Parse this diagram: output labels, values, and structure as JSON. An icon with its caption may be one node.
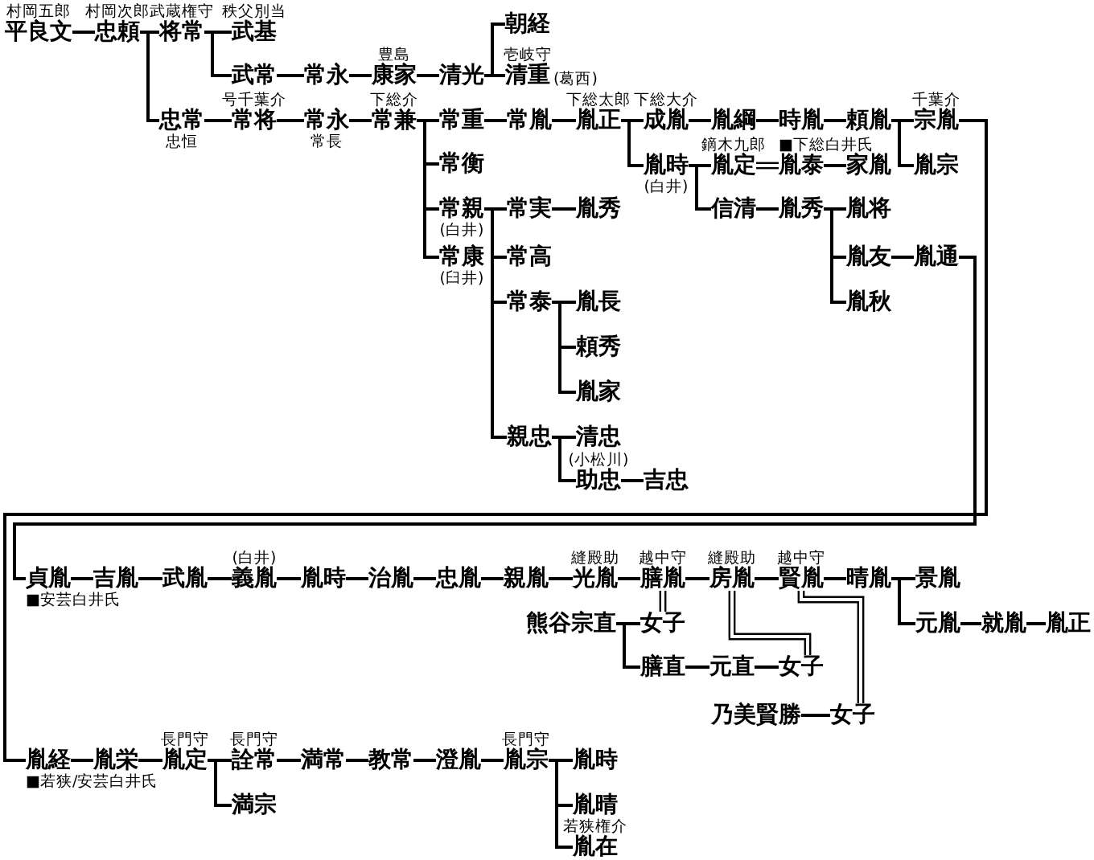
{
  "diagram": {
    "nodes": [
      {
        "text": [
          "平良文"
        ],
        "beside": [
          "村岡五郎"
        ]
      },
      {
        "text": [
          "忠頼"
        ],
        "beside": [
          "村岡次郎"
        ]
      },
      {
        "text": [
          "将常"
        ],
        "beside": [
          "武蔵権守"
        ]
      },
      {
        "text": [
          "武基"
        ],
        "beside": [
          "秩父別当"
        ]
      },
      {
        "text": [
          "武常"
        ]
      },
      {
        "text": [
          "常永"
        ]
      },
      {
        "text": [
          "康家"
        ],
        "beside": [
          "豊島"
        ]
      },
      {
        "text": [
          "清光"
        ]
      },
      {
        "text": [
          "朝経"
        ]
      },
      {
        "text": [
          "清重"
        ],
        "beside": [
          "壱岐守",
          "(葛西)"
        ]
      },
      {
        "text": [
          "忠常"
        ],
        "beside": [
          "忠恒"
        ]
      },
      {
        "text": [
          "常将"
        ],
        "beside": [
          "号千葉介"
        ]
      },
      {
        "text": [
          "常永"
        ],
        "beside": [
          "常長"
        ]
      },
      {
        "text": [
          "常兼"
        ],
        "beside": [
          "下総介"
        ]
      },
      {
        "text": [
          "常重"
        ]
      },
      {
        "text": [
          "常胤"
        ]
      },
      {
        "text": [
          "胤正"
        ],
        "beside": [
          "下総太郎"
        ]
      },
      {
        "text": [
          "成胤"
        ],
        "beside": [
          "下総大介"
        ]
      },
      {
        "text": [
          "胤綱"
        ]
      },
      {
        "text": [
          "時胤"
        ]
      },
      {
        "text": [
          "頼胤"
        ]
      },
      {
        "text": [
          "宗胤"
        ],
        "beside": [
          "千葉介"
        ]
      },
      {
        "text": [
          "胤宗"
        ]
      },
      {
        "text": [
          "胤時"
        ],
        "beside": [
          "(白井)"
        ]
      },
      {
        "text": [
          "胤定"
        ],
        "beside": [
          "鏑木九郎"
        ]
      },
      {
        "text": [
          "胤泰"
        ],
        "beside": [
          "■下総白井氏"
        ]
      },
      {
        "text": [
          "家胤"
        ]
      },
      {
        "text": [
          "信清"
        ]
      },
      {
        "text": [
          "胤秀"
        ]
      },
      {
        "text": [
          "胤将"
        ]
      },
      {
        "text": [
          "胤友"
        ]
      },
      {
        "text": [
          "胤通"
        ]
      },
      {
        "text": [
          "胤秋"
        ]
      },
      {
        "text": [
          "常衡"
        ]
      },
      {
        "text": [
          "常親"
        ],
        "beside": [
          "(白井)"
        ]
      },
      {
        "text": [
          "常実"
        ]
      },
      {
        "text": [
          "胤秀"
        ]
      },
      {
        "text": [
          "常康"
        ],
        "beside": [
          "(臼井)"
        ]
      },
      {
        "text": [
          "常高"
        ]
      },
      {
        "text": [
          "常泰"
        ]
      },
      {
        "text": [
          "胤長"
        ]
      },
      {
        "text": [
          "頼秀"
        ]
      },
      {
        "text": [
          "胤家"
        ]
      },
      {
        "text": [
          "親忠"
        ]
      },
      {
        "text": [
          "清忠"
        ]
      },
      {
        "text": [
          "助忠"
        ],
        "beside": [
          "(小松川)"
        ]
      },
      {
        "text": [
          "吉忠"
        ]
      },
      {
        "text": [
          "貞胤"
        ],
        "beside": [
          "■安芸白井氏"
        ]
      },
      {
        "text": [
          "吉胤"
        ]
      },
      {
        "text": [
          "武胤"
        ]
      },
      {
        "text": [
          "義胤"
        ],
        "beside": [
          "(白井)"
        ]
      },
      {
        "text": [
          "胤時"
        ]
      },
      {
        "text": [
          "治胤"
        ]
      },
      {
        "text": [
          "忠胤"
        ]
      },
      {
        "text": [
          "親胤"
        ]
      },
      {
        "text": [
          "光胤"
        ],
        "beside": [
          "縫殿助"
        ]
      },
      {
        "text": [
          "膳胤"
        ],
        "beside": [
          "越中守"
        ]
      },
      {
        "text": [
          "房胤"
        ],
        "beside": [
          "縫殿助"
        ]
      },
      {
        "text": [
          "賢胤"
        ],
        "beside": [
          "越中守"
        ]
      },
      {
        "text": [
          "晴胤"
        ]
      },
      {
        "text": [
          "景胤"
        ]
      },
      {
        "text": [
          "元胤"
        ]
      },
      {
        "text": [
          "就胤"
        ]
      },
      {
        "text": [
          "胤正"
        ]
      },
      {
        "text": [
          "熊谷宗直"
        ]
      },
      {
        "text": [
          "女子"
        ]
      },
      {
        "text": [
          "膳直"
        ]
      },
      {
        "text": [
          "元直"
        ]
      },
      {
        "text": [
          "女子"
        ]
      },
      {
        "text": [
          "乃美賢勝"
        ]
      },
      {
        "text": [
          "女子"
        ]
      },
      {
        "text": [
          "胤経"
        ],
        "beside": [
          "■若狭/安芸白井氏"
        ]
      },
      {
        "text": [
          "胤栄"
        ]
      },
      {
        "text": [
          "胤定"
        ],
        "beside": [
          "長門守"
        ]
      },
      {
        "text": [
          "詮常"
        ],
        "beside": [
          "長門守"
        ]
      },
      {
        "text": [
          "満宗"
        ]
      },
      {
        "text": [
          "満常"
        ]
      },
      {
        "text": [
          "教常"
        ]
      },
      {
        "text": [
          "澄胤"
        ]
      },
      {
        "text": [
          "胤宗"
        ],
        "beside": [
          "長門守"
        ]
      },
      {
        "text": [
          "胤時"
        ]
      },
      {
        "text": [
          "胤晴"
        ]
      },
      {
        "text": [
          "胤在"
        ],
        "beside": [
          "若狭権介"
        ]
      }
    ],
    "edges": [
      {
        "from": 0,
        "to": 1,
        "arrow": "none"
      },
      {
        "from": 1,
        "to": 2,
        "arrow": "none"
      },
      {
        "from": 2,
        "to": 3,
        "arrow": "none"
      },
      {
        "from": 2,
        "to": 4,
        "arrow": "none"
      },
      {
        "from": 4,
        "to": 5,
        "arrow": "none"
      },
      {
        "from": 5,
        "to": 6,
        "arrow": "none"
      },
      {
        "from": 6,
        "to": 7,
        "arrow": "none"
      },
      {
        "from": 7,
        "to": 8,
        "arrow": "none"
      },
      {
        "from": 7,
        "to": 9,
        "arrow": "none"
      },
      {
        "from": 1,
        "to": 10,
        "arrow": "none"
      },
      {
        "from": 10,
        "to": 11,
        "arrow": "none"
      },
      {
        "from": 11,
        "to": 12,
        "arrow": "none"
      },
      {
        "from": 12,
        "to": 13,
        "arrow": "none"
      },
      {
        "from": 13,
        "to": 14,
        "arrow": "none"
      },
      {
        "from": 13,
        "to": 33,
        "arrow": "none"
      },
      {
        "from": 13,
        "to": 34,
        "arrow": "none"
      },
      {
        "from": 13,
        "to": 37,
        "arrow": "none"
      },
      {
        "from": 14,
        "to": 15,
        "arrow": "none"
      },
      {
        "from": 15,
        "to": 16,
        "arrow": "none"
      },
      {
        "from": 16,
        "to": 17,
        "arrow": "none"
      },
      {
        "from": 16,
        "to": 23,
        "arrow": "none"
      },
      {
        "from": 17,
        "to": 18,
        "arrow": "none"
      },
      {
        "from": 18,
        "to": 19,
        "arrow": "none"
      },
      {
        "from": 19,
        "to": 20,
        "arrow": "none"
      },
      {
        "from": 20,
        "to": 21,
        "arrow": "none"
      },
      {
        "from": 20,
        "to": 22,
        "arrow": "none"
      },
      {
        "from": 23,
        "to": 24,
        "arrow": "none"
      },
      {
        "from": 23,
        "to": 27,
        "arrow": "none"
      },
      {
        "from": 24,
        "to": 25,
        "arrow": "none"
      },
      {
        "from": 25,
        "to": 26,
        "arrow": "none"
      },
      {
        "from": 27,
        "to": 28,
        "arrow": "none"
      },
      {
        "from": 28,
        "to": 29,
        "arrow": "none"
      },
      {
        "from": 28,
        "to": 30,
        "arrow": "none"
      },
      {
        "from": 28,
        "to": 32,
        "arrow": "none"
      },
      {
        "from": 30,
        "to": 31,
        "arrow": "none"
      },
      {
        "from": 34,
        "to": 35,
        "arrow": "none"
      },
      {
        "from": 35,
        "to": 36,
        "arrow": "none"
      },
      {
        "from": 34,
        "to": 38,
        "arrow": "none"
      },
      {
        "from": 34,
        "to": 39,
        "arrow": "none"
      },
      {
        "from": 34,
        "to": 43,
        "arrow": "none"
      },
      {
        "from": 39,
        "to": 40,
        "arrow": "none"
      },
      {
        "from": 39,
        "to": 41,
        "arrow": "none"
      },
      {
        "from": 39,
        "to": 42,
        "arrow": "none"
      },
      {
        "from": 43,
        "to": 44,
        "arrow": "none"
      },
      {
        "from": 43,
        "to": 45,
        "arrow": "none"
      },
      {
        "from": 45,
        "to": 46,
        "arrow": "none"
      },
      {
        "from": 31,
        "to": 47,
        "arrow": "none"
      },
      {
        "from": 21,
        "to": 71,
        "arrow": "none"
      },
      {
        "from": 47,
        "to": 48,
        "arrow": "none"
      },
      {
        "from": 48,
        "to": 49,
        "arrow": "none"
      },
      {
        "from": 49,
        "to": 50,
        "arrow": "none"
      },
      {
        "from": 50,
        "to": 51,
        "arrow": "none"
      },
      {
        "from": 51,
        "to": 52,
        "arrow": "none"
      },
      {
        "from": 52,
        "to": 53,
        "arrow": "none"
      },
      {
        "from": 53,
        "to": 54,
        "arrow": "none"
      },
      {
        "from": 54,
        "to": 55,
        "arrow": "none"
      },
      {
        "from": 55,
        "to": 56,
        "arrow": "none"
      },
      {
        "from": 56,
        "to": 57,
        "arrow": "none"
      },
      {
        "from": 57,
        "to": 58,
        "arrow": "none"
      },
      {
        "from": 58,
        "to": 59,
        "arrow": "none"
      },
      {
        "from": 59,
        "to": 60,
        "arrow": "none"
      },
      {
        "from": 59,
        "to": 61,
        "arrow": "none"
      },
      {
        "from": 61,
        "to": 62,
        "arrow": "none"
      },
      {
        "from": 62,
        "to": 63,
        "arrow": "none"
      },
      {
        "from": 56,
        "to": 65,
        "arrow": "none"
      },
      {
        "from": 64,
        "to": 65,
        "arrow": "none"
      },
      {
        "from": 64,
        "to": 66,
        "arrow": "none"
      },
      {
        "from": 66,
        "to": 67,
        "arrow": "none"
      },
      {
        "from": 67,
        "to": 68,
        "arrow": "none"
      },
      {
        "from": 57,
        "to": 68,
        "arrow": "none"
      },
      {
        "from": 69,
        "to": 70,
        "arrow": "none"
      },
      {
        "from": 58,
        "to": 70,
        "arrow": "none"
      },
      {
        "from": 71,
        "to": 72,
        "arrow": "none"
      },
      {
        "from": 72,
        "to": 73,
        "arrow": "none"
      },
      {
        "from": 73,
        "to": 74,
        "arrow": "none"
      },
      {
        "from": 73,
        "to": 75,
        "arrow": "none"
      },
      {
        "from": 74,
        "to": 76,
        "arrow": "none"
      },
      {
        "from": 76,
        "to": 77,
        "arrow": "none"
      },
      {
        "from": 77,
        "to": 78,
        "arrow": "none"
      },
      {
        "from": 78,
        "to": 79,
        "arrow": "none"
      },
      {
        "from": 79,
        "to": 80,
        "arrow": "none"
      },
      {
        "from": 79,
        "to": 81,
        "arrow": "none"
      },
      {
        "from": 79,
        "to": 82,
        "arrow": "none"
      }
    ]
  }
}
